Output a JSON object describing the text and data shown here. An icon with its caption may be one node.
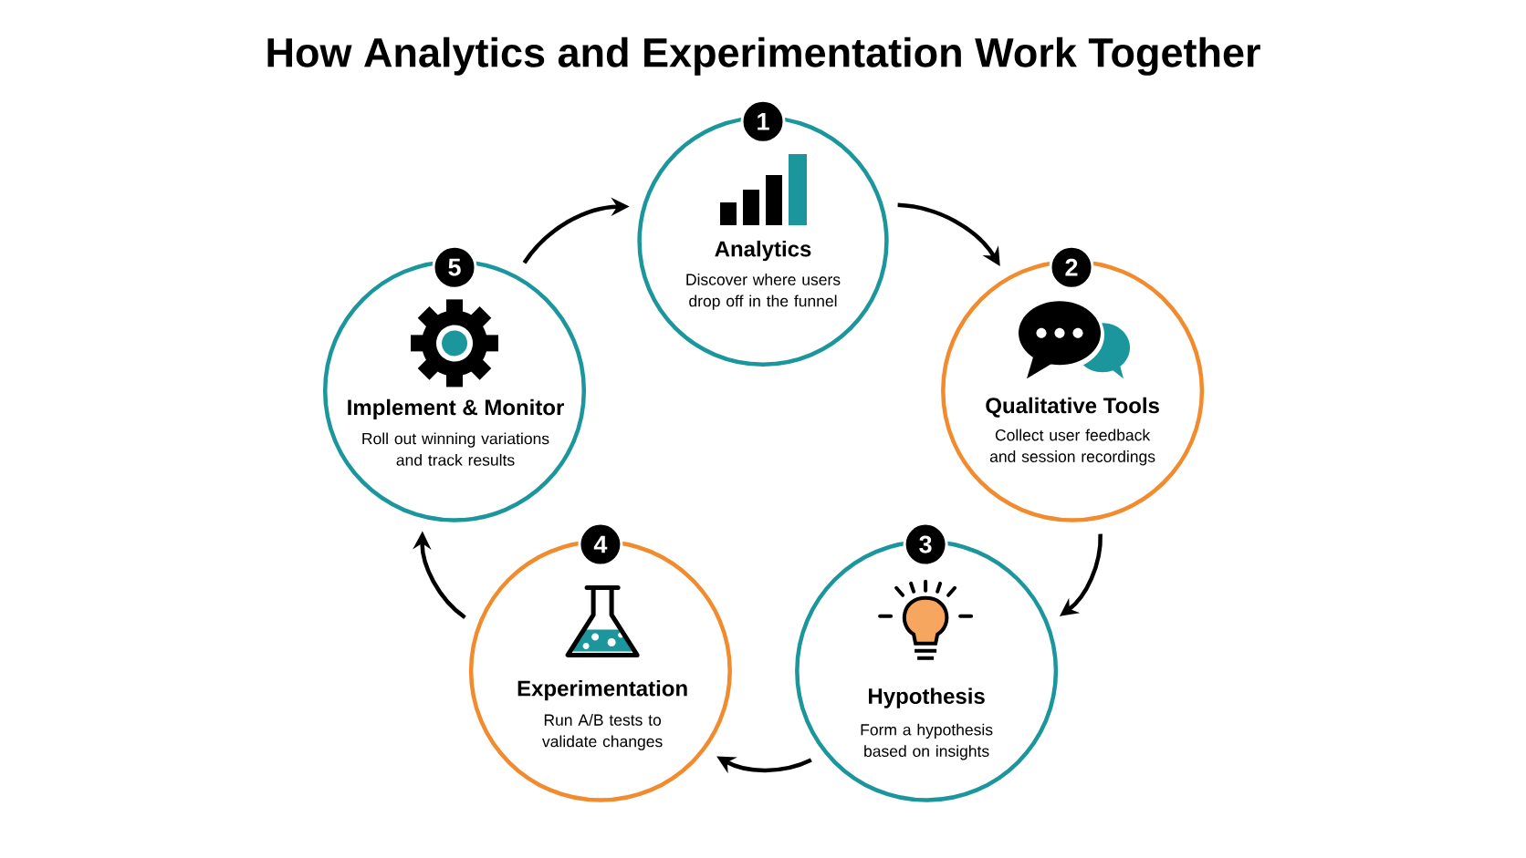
{
  "diagram": {
    "title": "How Analytics and Experimentation Work Together",
    "nodes": [
      {
        "text": [
          "1",
          "Analytics",
          "Discover where users drop off in the funnel"
        ]
      },
      {
        "text": [
          "2",
          "Qualitative Tools",
          "Collect user feedback and session recordings"
        ]
      },
      {
        "text": [
          "3",
          "Hypothesis",
          "Form a hypothesis based on insights"
        ]
      },
      {
        "text": [
          "4",
          "Experimentation",
          "Run A/B tests to validate changes"
        ]
      },
      {
        "text": [
          "5",
          "Implement & Monitor",
          "Roll out winning variations and track results"
        ]
      }
    ],
    "edges": [
      {
        "from": 0,
        "to": 1,
        "arrow": "to"
      },
      {
        "from": 1,
        "to": 2,
        "arrow": "to"
      },
      {
        "from": 2,
        "to": 3,
        "arrow": "to"
      },
      {
        "from": 3,
        "to": 4,
        "arrow": "to"
      },
      {
        "from": 4,
        "to": 0,
        "arrow": "to"
      }
    ]
  }
}
